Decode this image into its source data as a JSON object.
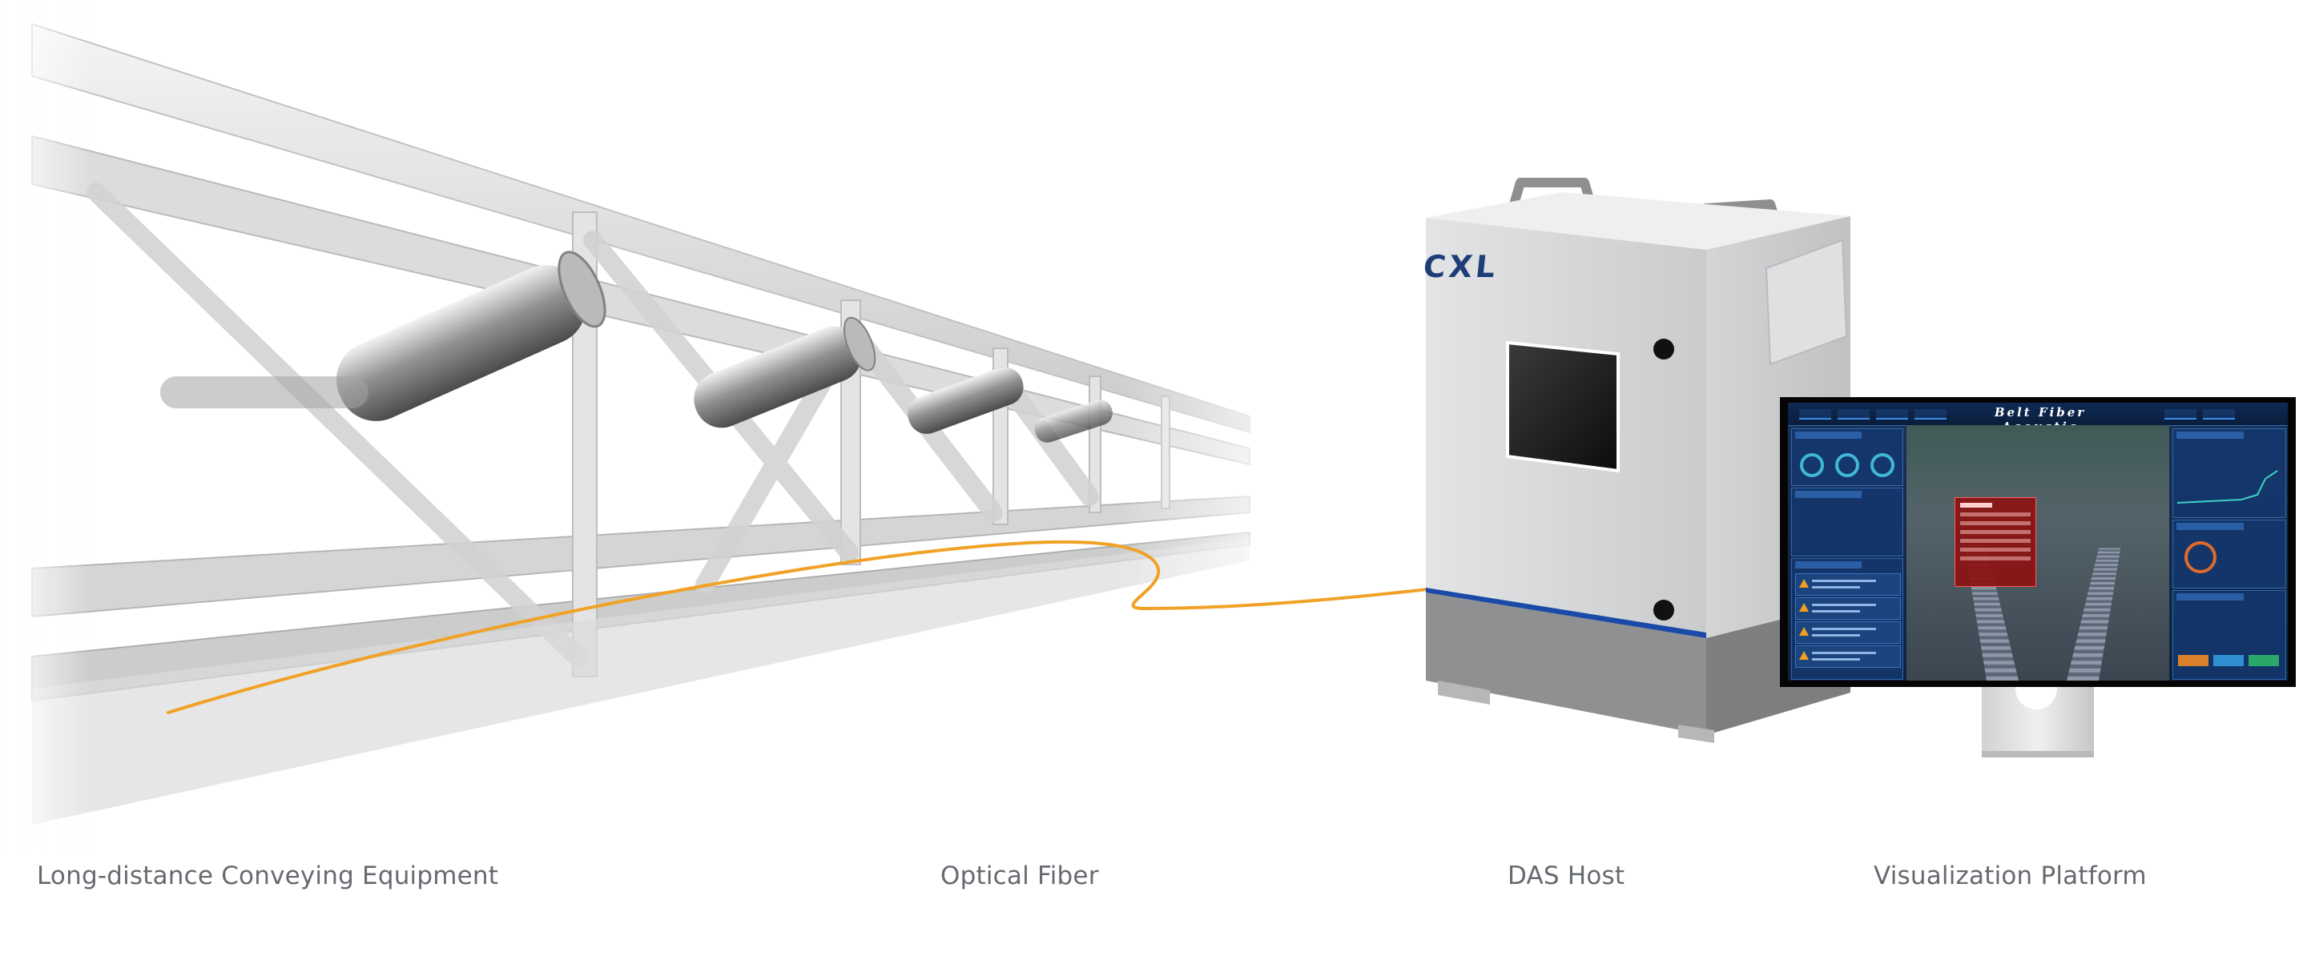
{
  "captions": {
    "conveyor": "Long-distance Conveying Equipment",
    "fiber": "Optical Fiber",
    "das_host": "DAS Host",
    "visualization": "Visualization Platform"
  },
  "das_host": {
    "brand": "CXL"
  },
  "monitor": {
    "screen_title": "Belt Fiber Acoustic"
  },
  "colors": {
    "fiber": "#f0a126",
    "cabinet": "#d9dbdd",
    "cabinet_base": "#8e9092",
    "brand": "#1f3d78",
    "accent_stripe": "#1a4aa8",
    "screen_bg": "#12284a"
  },
  "icons": {
    "cabinet_lock": "lock-knob-icon",
    "alert": "warning-triangle-icon",
    "gauge": "ring-gauge-icon"
  }
}
